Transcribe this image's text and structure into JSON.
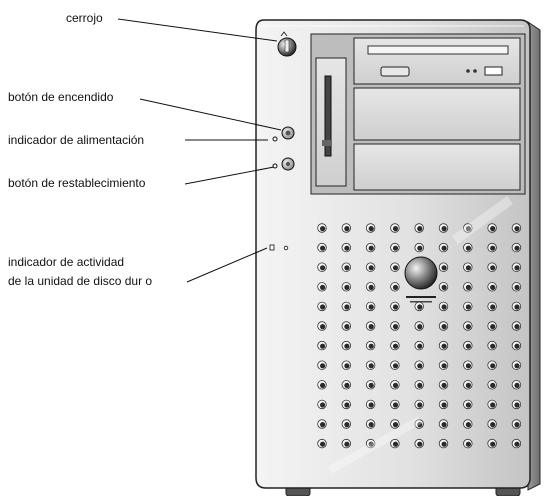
{
  "callouts": {
    "lock": "cerrojo",
    "power_button": "botón de encendido",
    "power_indicator": "indicador de alimentación",
    "reset_button": "botón de restablecimiento",
    "hdd_activity_line1": "indicador de actividad",
    "hdd_activity_line2": "de la unidad de disco dur o"
  },
  "colors": {
    "ink": "#111111",
    "chassis_light": "#eeeeee",
    "chassis_dark": "#c9c9c9",
    "vent_hole": "#2a2a2a"
  }
}
